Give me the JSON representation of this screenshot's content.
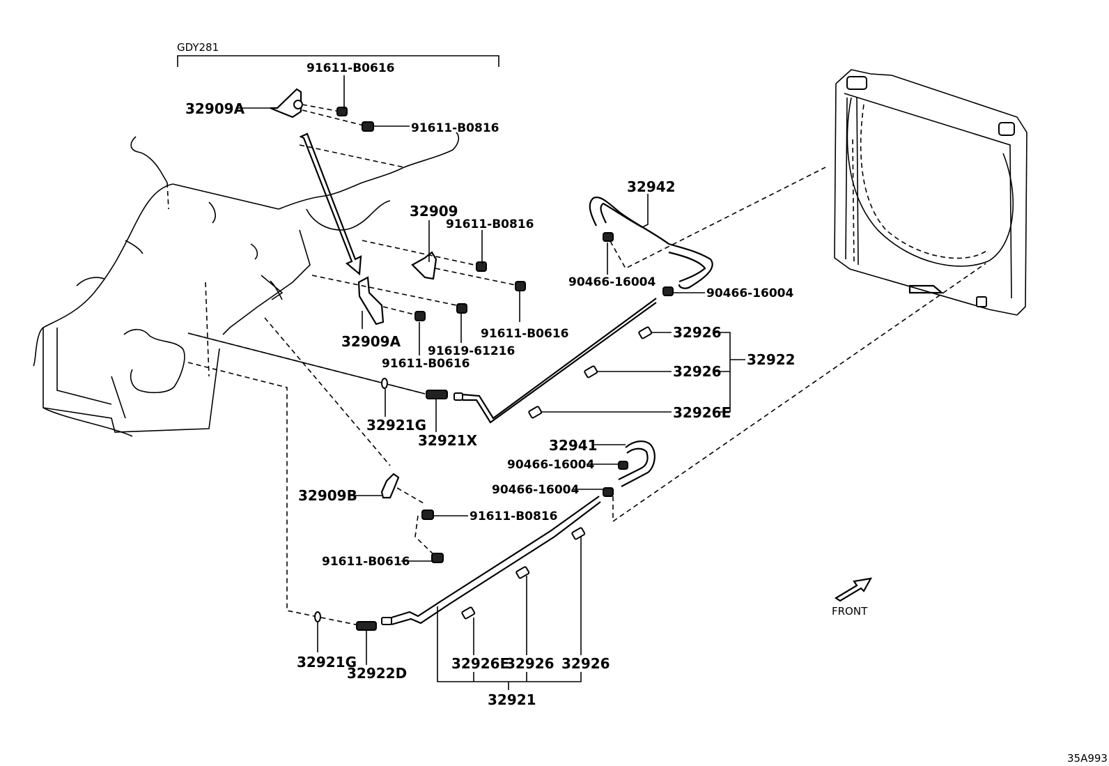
{
  "group_label": "GDY281",
  "labels": {
    "l_91611_B0616_top": "91611-B0616",
    "l_32909A_top": "32909A",
    "l_91611_B0816_top": "91611-B0816",
    "l_32942": "32942",
    "l_32909": "32909",
    "l_91611_B0816_mid": "91611-B0816",
    "l_90466_a": "90466-16004",
    "l_90466_b": "90466-16004",
    "l_91611_B0616_right": "91611-B0616",
    "l_32909A_mid": "32909A",
    "l_91619_61216": "91619-61216",
    "l_91611_B0616_mid": "91611-B0616",
    "l_32926_1": "32926",
    "l_32926_2": "32926",
    "l_32926E_1": "32926E",
    "l_32922": "32922",
    "l_32921G_1": "32921G",
    "l_32921X": "32921X",
    "l_32941": "32941",
    "l_90466_c": "90466-16004",
    "l_90466_d": "90466-16004",
    "l_32909B": "32909B",
    "l_91611_B0816_low": "91611-B0816",
    "l_91611_B0616_low": "91611-B0616",
    "l_32921G_2": "32921G",
    "l_32922D": "32922D",
    "l_32926E_2": "32926E",
    "l_32926_3": "32926",
    "l_32926_4": "32926",
    "l_32921": "32921",
    "front": "FRONT",
    "code": "35A993"
  }
}
